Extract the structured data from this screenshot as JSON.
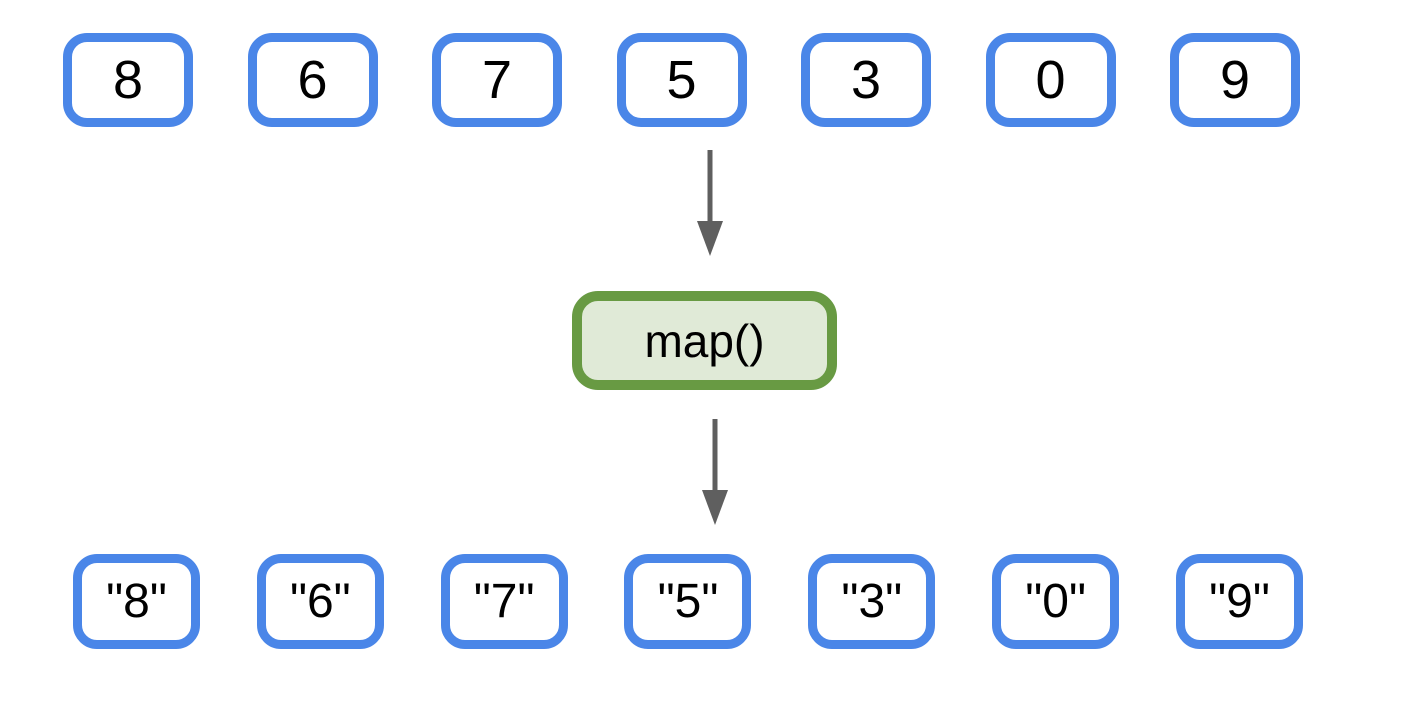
{
  "input_row": {
    "items": [
      "8",
      "6",
      "7",
      "5",
      "3",
      "0",
      "9"
    ]
  },
  "function_box": {
    "label": "map()"
  },
  "output_row": {
    "items": [
      "\"8\"",
      "\"6\"",
      "\"7\"",
      "\"5\"",
      "\"3\"",
      "\"0\"",
      "\"9\""
    ]
  },
  "icons": {
    "arrow_top": "arrow-down-icon",
    "arrow_bottom": "arrow-down-icon"
  },
  "colors": {
    "background": "#FFFFFF",
    "item_border": "#4A86E8",
    "item_fill": "#FFFFFF",
    "item_text": "#000000",
    "function_border": "#689A43",
    "function_fill": "#E0EAD7",
    "arrow": "#5F5F5F"
  }
}
